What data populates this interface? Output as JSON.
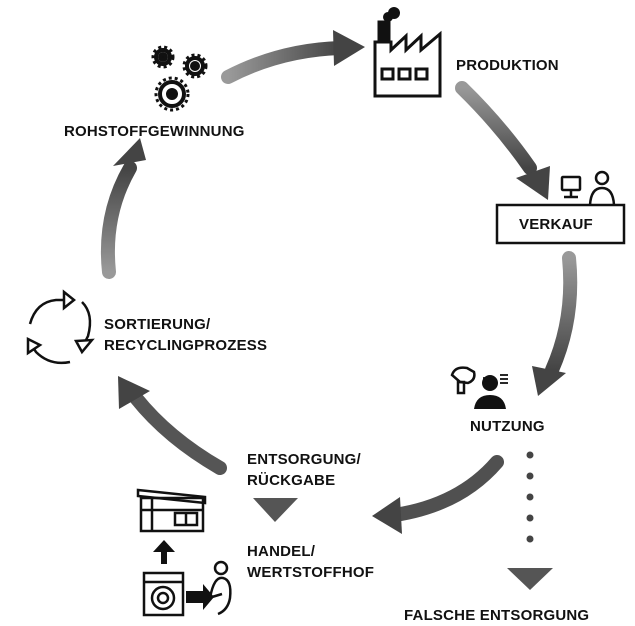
{
  "stages": {
    "rohstoff": "ROHSTOFFGEWINNUNG",
    "produktion": "PRODUKTION",
    "verkauf": "VERKAUF",
    "nutzung": "NUTZUNG",
    "entsorgung_line1": "ENTSORGUNG/",
    "entsorgung_line2": "RÜCKGABE",
    "handel_line1": "HANDEL/",
    "handel_line2": "WERTSTOFFHOF",
    "sortierung_line1": "SORTIERUNG/",
    "sortierung_line2": "RECYCLINGPROZESS",
    "falsche": "FALSCHE ENTSORGUNG"
  },
  "colors": {
    "arrow": "#555555",
    "text": "#111111",
    "icon": "#111111"
  },
  "icons": [
    "gears-icon",
    "factory-icon",
    "sales-counter-icon",
    "hairdryer-icon",
    "recycle-icon",
    "store-icon",
    "washing-machine-icon",
    "person-icon"
  ]
}
